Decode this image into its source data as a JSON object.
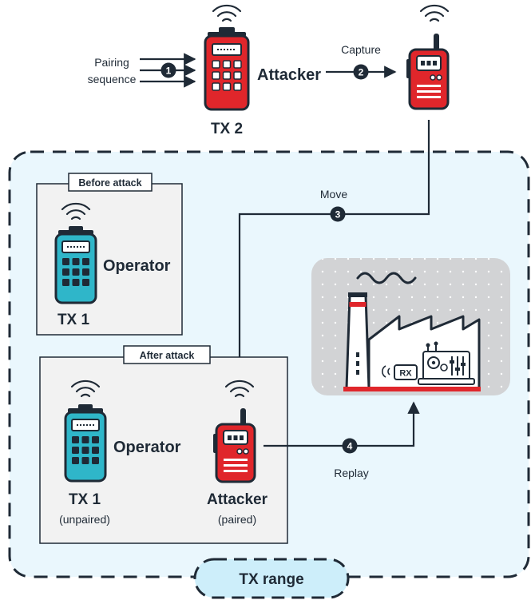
{
  "input": {
    "line1": "Pairing",
    "line2": "sequence"
  },
  "tx2": {
    "label": "TX 2"
  },
  "attacker_top": {
    "label": "Attacker"
  },
  "steps": {
    "s1": {
      "num": "1"
    },
    "s2": {
      "num": "2",
      "label": "Capture"
    },
    "s3": {
      "num": "3",
      "label": "Move"
    },
    "s4": {
      "num": "4",
      "label": "Replay"
    }
  },
  "before": {
    "title": "Before attack",
    "operator": "Operator",
    "tx_label": "TX 1"
  },
  "after": {
    "title": "After attack",
    "operator": "Operator",
    "tx_label": "TX 1",
    "tx_sub": "(unpaired)",
    "attacker": "Attacker",
    "attacker_sub": "(paired)"
  },
  "factory": {
    "rx_label": "RX"
  },
  "range": {
    "label": "TX range"
  },
  "colors": {
    "red": "#e0262b",
    "teal": "#2fb6c9",
    "navy": "#1f2a36",
    "range_bg": "#eaf7fd",
    "panel_bg": "#f2f2f2",
    "factory_bg": "#d2d3d5"
  }
}
